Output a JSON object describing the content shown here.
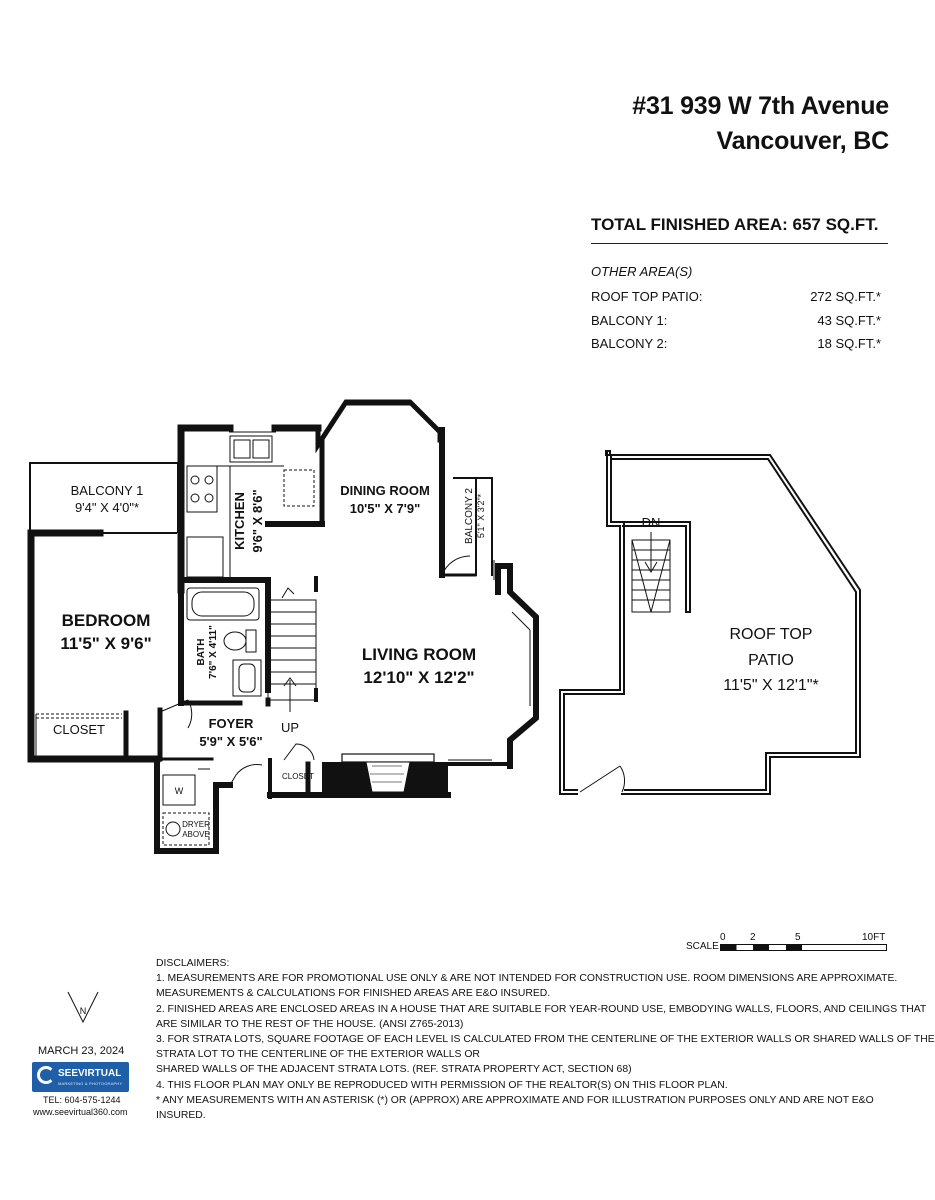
{
  "header": {
    "address_line1": "#31 939 W 7th Avenue",
    "address_line2": "Vancouver, BC"
  },
  "summary": {
    "total_area": "TOTAL FINISHED AREA:  657 SQ.FT.",
    "other_title": "OTHER AREA(S)",
    "rows": [
      {
        "label": "ROOF TOP PATIO:",
        "value": "272  SQ.FT.*"
      },
      {
        "label": "BALCONY 1:",
        "value": "43  SQ.FT.*"
      },
      {
        "label": "BALCONY 2:",
        "value": "18  SQ.FT.*"
      }
    ]
  },
  "rooms": {
    "balcony1": {
      "name": "BALCONY 1",
      "size": "9'4\" X 4'0\"*"
    },
    "bedroom": {
      "name": "BEDROOM",
      "size": "11'5\" X 9'6\""
    },
    "closet1": {
      "name": "CLOSET"
    },
    "kitchen": {
      "name": "KITCHEN",
      "size": "9'6\" X 8'6\""
    },
    "dining": {
      "name": "DINING ROOM",
      "size": "10'5\" X 7'9\""
    },
    "balcony2": {
      "name": "BALCONY 2",
      "size": "5'1\" X 3'2\"*"
    },
    "bath": {
      "name": "BATH",
      "size": "7'6\" X 4'11\""
    },
    "living": {
      "name": "LIVING ROOM",
      "size": "12'10\" X 12'2\""
    },
    "foyer": {
      "name": "FOYER",
      "size": "5'9\" X 5'6\""
    },
    "up": "UP",
    "closet2": {
      "name": "CLOSET"
    },
    "washer": "W",
    "dryer_line1": "DRYER",
    "dryer_line2": "ABOVE",
    "dn": "DN",
    "patio_line1": "ROOF TOP",
    "patio_line2": "PATIO",
    "patio_size": "11'5\" X 12'1\"*"
  },
  "scale": {
    "label": "SCALE",
    "ticks": [
      "0",
      "2",
      "5",
      "10FT"
    ]
  },
  "disclaimers": [
    "DISCLAIMERS:",
    "1. MEASUREMENTS ARE FOR PROMOTIONAL USE ONLY & ARE NOT INTENDED FOR CONSTRUCTION USE. ROOM DIMENSIONS ARE APPROXIMATE.",
    "MEASUREMENTS & CALCULATIONS FOR FINISHED AREAS ARE E&O INSURED.",
    "2. FINISHED AREAS ARE ENCLOSED AREAS IN A HOUSE THAT ARE SUITABLE FOR YEAR-ROUND USE, EMBODYING WALLS, FLOORS, AND CEILINGS THAT",
    "ARE SIMILAR TO THE REST OF THE HOUSE. (ANSI Z765-2013)",
    "3. FOR STRATA LOTS, SQUARE FOOTAGE OF EACH LEVEL IS CALCULATED FROM THE CENTERLINE OF THE EXTERIOR WALLS OR SHARED WALLS OF THE",
    "STRATA LOT TO THE CENTERLINE OF THE EXTERIOR WALLS OR",
    "SHARED WALLS OF THE ADJACENT STRATA LOTS. (REF. STRATA PROPERTY ACT, SECTION 68)",
    "4. THIS FLOOR PLAN MAY ONLY BE REPRODUCED WITH PERMISSION OF THE REALTOR(S) ON THIS FLOOR PLAN.",
    "* ANY MEASUREMENTS WITH AN ASTERISK (*) OR (APPROX) ARE APPROXIMATE AND FOR ILLUSTRATION PURPOSES ONLY AND ARE NOT E&O",
    "INSURED."
  ],
  "footer": {
    "compass_letter": "N",
    "date": "MARCH 23, 2024",
    "logo_text": "SEEVIRTUAL",
    "logo_sub": "MARKETING & PHOTOGRAPHY",
    "tel": "TEL: 604-575-1244",
    "website": "www.seevirtual360.com"
  },
  "colors": {
    "wall": "#111111",
    "logo_blue": "#1f5fa8"
  }
}
